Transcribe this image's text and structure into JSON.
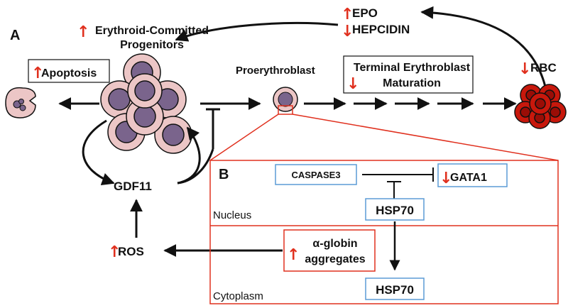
{
  "panel_labels": {
    "a": "A",
    "b": "B"
  },
  "labels": {
    "epo": "EPO",
    "hepcidin": "HEPCIDIN",
    "progenitors_line1": "Erythroid-Committed",
    "progenitors_line2": "Progenitors",
    "apoptosis": "Apoptosis",
    "proerythroblast": "Proerythroblast",
    "terminal_line1": "Terminal Erythroblast",
    "terminal_line2": "Maturation",
    "rbc": "RBC",
    "gdf11": "GDF11",
    "ros": "ROS",
    "caspase3": "CASPASE3",
    "gata1": "GATA1",
    "hsp70_nucleus": "HSP70",
    "hsp70_cytoplasm": "HSP70",
    "nucleus": "Nucleus",
    "cytoplasm": "Cytoplasm",
    "globin_line1": "α-globin",
    "globin_line2": "aggregates"
  },
  "indicators": {
    "up": "↑",
    "down": "↓"
  },
  "colors": {
    "highlight_red": "#e0301e",
    "box_blue": "#5b9bd5",
    "progenitor_cell_fill": "#ecc6c6",
    "progenitor_nucleus_fill": "#7a648c",
    "rbc_fill": "#c8180c",
    "rbc_center": "#9a0d06"
  }
}
